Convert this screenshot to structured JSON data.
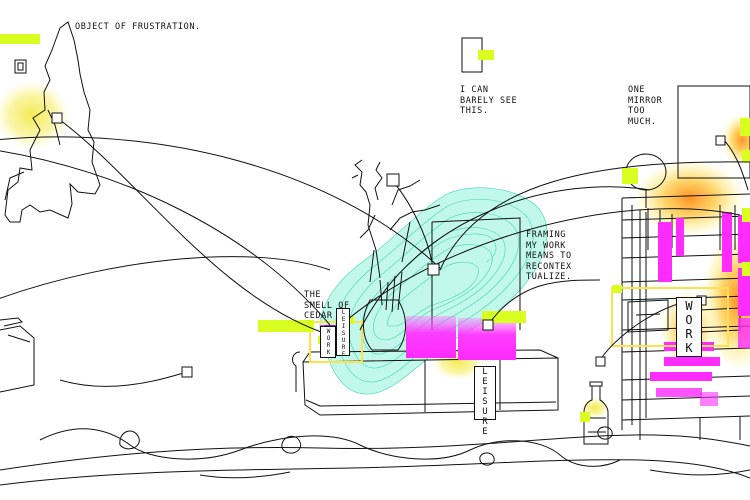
{
  "annotations": {
    "object_of_frustration": "OBJECT OF FRUSTRATION.",
    "i_can_barely_see": "I CAN\nBARELY SEE\nTHIS.",
    "one_mirror": "ONE\nMIRROR\nTOO\nMUCH.",
    "framing": "FRAMING\nMY WORK\nMEANS TO\nRECONTEX\nTUALIZE.",
    "smell_of_cedar": "THE\nSMELL OF\nCEDAR"
  },
  "tags": {
    "work_small": "WORK",
    "leisure_small": "LEISURE",
    "leisure_large": "LEISURE",
    "work_large": "WORK"
  },
  "colors": {
    "lime": "#d8ff1f",
    "magenta": "#ff2bff",
    "teal": "#7ff0d2",
    "orange": "#ff9a1a",
    "yellow": "#ffe14d",
    "line": "#111111"
  }
}
